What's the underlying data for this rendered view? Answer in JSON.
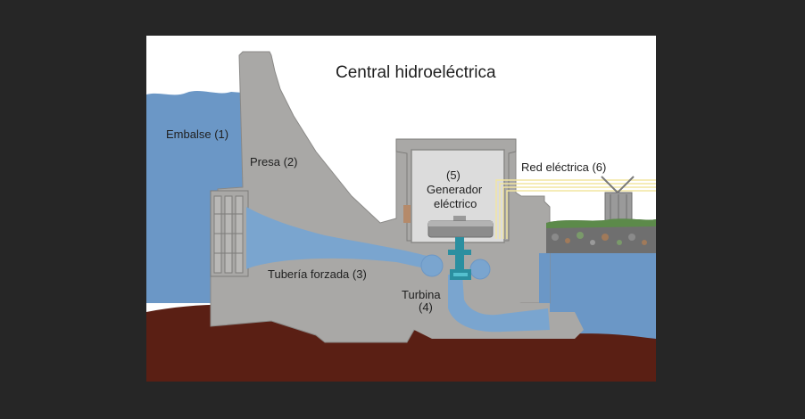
{
  "diagram": {
    "title": "Central hidroeléctrica",
    "labels": {
      "reservoir": "Embalse (1)",
      "dam": "Presa (2)",
      "penstock": "Tubería forzada (3)",
      "turbine_line1": "Turbina",
      "turbine_line2": "(4)",
      "generator_line1": "(5)",
      "generator_line2": "Generador",
      "generator_line3": "eléctrico",
      "grid": "Red eléctrica (6)"
    },
    "colors": {
      "page_background": "#262626",
      "panel_background": "#ffffff",
      "water": "#6b97c6",
      "water_light": "#8fb3d8",
      "concrete": "#a9a8a6",
      "concrete_edge": "#8a8987",
      "ground": "#5a1f14",
      "generator_room": "#dcdcdc",
      "turbine": "#2b8fa0",
      "power_lines": "#f2e6a0"
    }
  }
}
